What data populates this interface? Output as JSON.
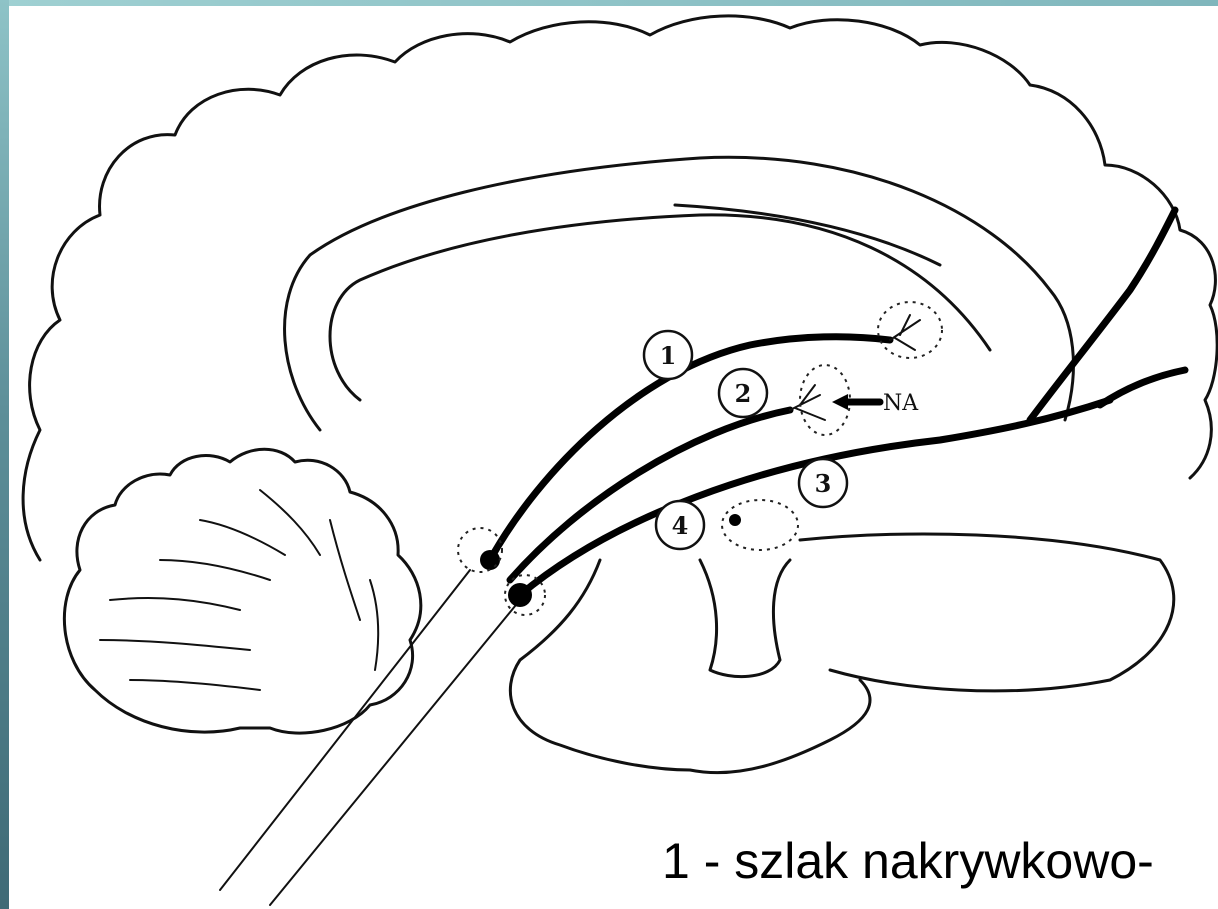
{
  "labels": {
    "pathway_1": "1",
    "pathway_2": "2",
    "pathway_3": "3",
    "pathway_4": "4",
    "na": "NA"
  },
  "caption": "1 - szlak nakrywkowo-"
}
